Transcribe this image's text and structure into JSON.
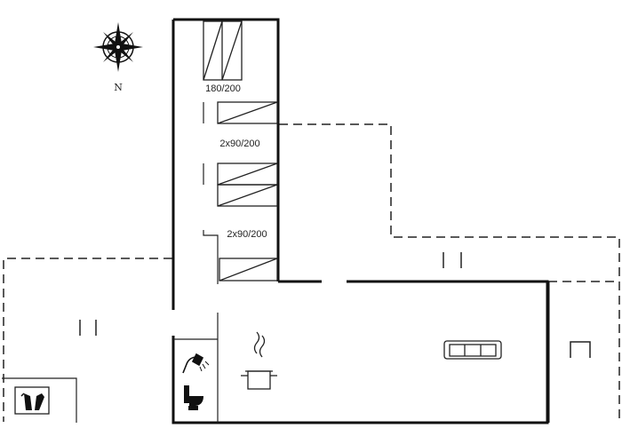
{
  "plan": {
    "north_label": "N",
    "bed_labels": [
      "180/200",
      "2x90/200",
      "2x90/200"
    ],
    "colors": {
      "wall": "#111111",
      "line": "#222222",
      "background": "#ffffff"
    },
    "icons": [
      "compass-rose-icon",
      "double-bed-icon",
      "single-bed-icon",
      "shower-icon",
      "toilet-icon",
      "cooking-pot-icon",
      "sofa-icon",
      "chair-icon",
      "fireplace-icon",
      "door-icon"
    ]
  }
}
